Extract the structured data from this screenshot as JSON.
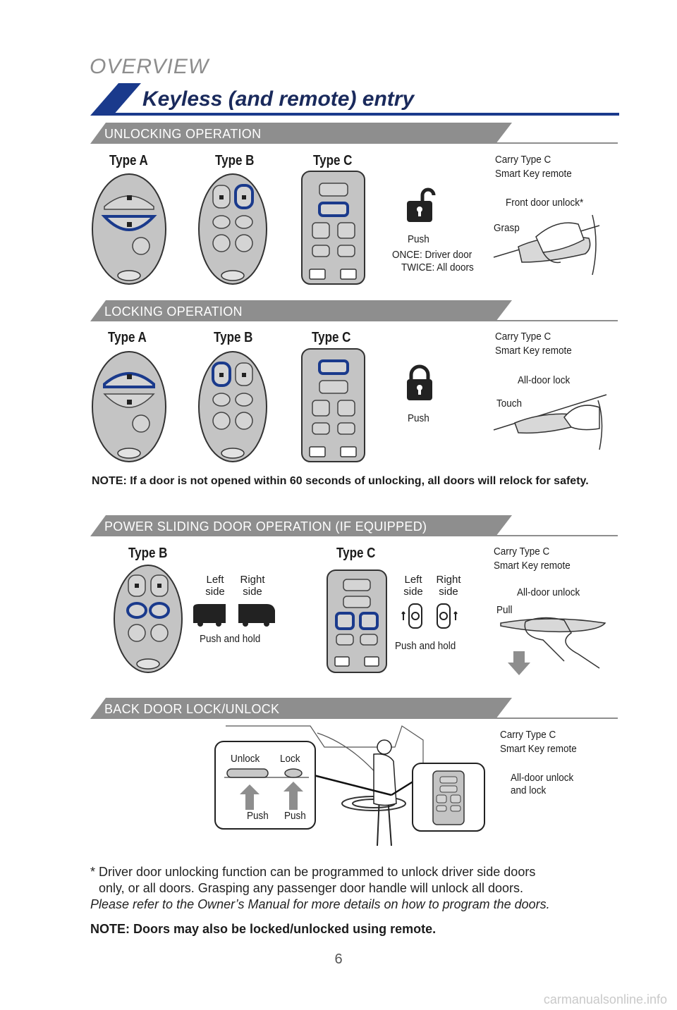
{
  "header": {
    "overview": "OVERVIEW",
    "title": "Keyless (and remote) entry"
  },
  "unlocking": {
    "heading": "UNLOCKING OPERATION",
    "type_a": "Type A",
    "type_b": "Type B",
    "type_c": "Type C",
    "push": "Push",
    "push_once": "ONCE: Driver door",
    "push_twice": "TWICE: All doors",
    "carry_1": "Carry Type C",
    "carry_2": "Smart Key remote",
    "front_door": "Front door unlock*",
    "grasp": "Grasp"
  },
  "locking": {
    "heading": "LOCKING OPERATION",
    "type_a": "Type A",
    "type_b": "Type B",
    "type_c": "Type C",
    "push": "Push",
    "carry_1": "Carry Type C",
    "carry_2": "Smart Key remote",
    "all_door_lock": "All-door lock",
    "touch": "Touch"
  },
  "note_relock": "NOTE: If a door is not opened within 60 seconds of unlocking, all doors will relock for safety.",
  "sliding": {
    "heading": "POWER SLIDING DOOR OPERATION (IF EQUIPPED)",
    "type_b": "Type B",
    "type_c": "Type C",
    "left_1": "Left",
    "left_2": "side",
    "right_1": "Right",
    "right_2": "side",
    "push_hold": "Push and hold",
    "carry_1": "Carry Type C",
    "carry_2": "Smart Key remote",
    "all_door_unlock": "All-door unlock",
    "pull": "Pull"
  },
  "backdoor": {
    "heading": "BACK DOOR LOCK/UNLOCK",
    "unlock": "Unlock",
    "lock": "Lock",
    "push": "Push",
    "carry_1": "Carry Type C",
    "carry_2": "Smart Key remote",
    "all_1": "All-door unlock",
    "all_2": "and lock"
  },
  "footnote": {
    "line1": "* Driver door unlocking function can be programmed to unlock driver side doors",
    "line2": "only, or all doors. Grasping any passenger door handle will unlock all doors.",
    "line3": "Please refer to the Owner’s Manual for more details on how to program the doors."
  },
  "note_remote": "NOTE: Doors may also be locked/unlocked using remote.",
  "page_number": "6",
  "watermark": "carmanualsonline.info",
  "icons": {
    "key": "lock-key-icon",
    "hold": "HOLD"
  },
  "colors": {
    "accent": "#1a3a8c",
    "section": "#8e8e8e",
    "title": "#1a2a5c",
    "remote": "#c4c4c4"
  }
}
